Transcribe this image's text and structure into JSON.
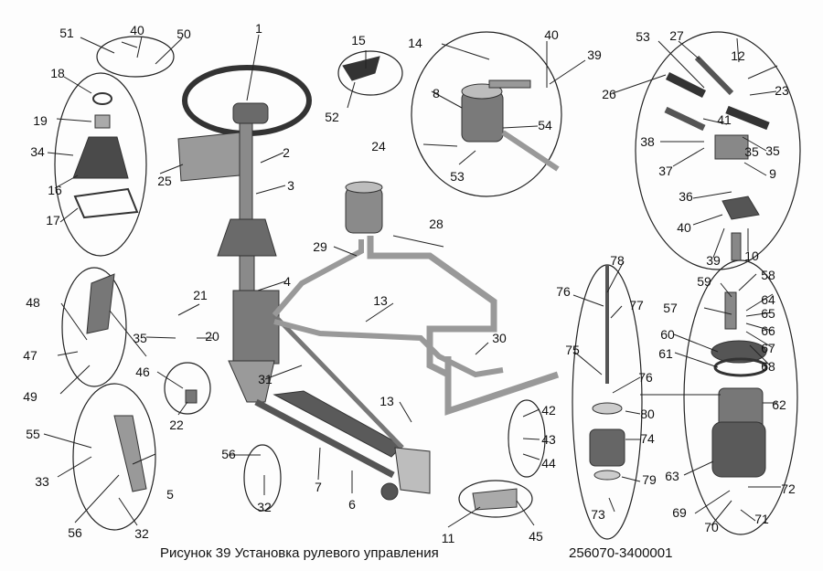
{
  "caption": "Рисунок 39  Установка рулевого управления",
  "drawing_number": "256070-3400001",
  "colors": {
    "part_dark": "#3a3a3a",
    "part_mid": "#7a7a7a",
    "part_light": "#bdbdbd",
    "ink": "#111111"
  },
  "labels": [
    "1",
    "2",
    "3",
    "4",
    "5",
    "6",
    "7",
    "8",
    "9",
    "10",
    "11",
    "12",
    "13",
    "13",
    "14",
    "15",
    "16",
    "17",
    "18",
    "19",
    "20",
    "21",
    "22",
    "23",
    "24",
    "25",
    "26",
    "27",
    "28",
    "29",
    "30",
    "31",
    "32",
    "32",
    "33",
    "34",
    "35",
    "35",
    "35",
    "36",
    "37",
    "38",
    "39",
    "39",
    "40",
    "40",
    "40",
    "41",
    "42",
    "43",
    "44",
    "45",
    "46",
    "47",
    "48",
    "49",
    "50",
    "51",
    "52",
    "53",
    "53",
    "54",
    "55",
    "56",
    "56",
    "57",
    "58",
    "59",
    "60",
    "61",
    "62",
    "63",
    "64",
    "65",
    "66",
    "67",
    "68",
    "69",
    "70",
    "71",
    "72",
    "73",
    "74",
    "75",
    "76",
    "76",
    "77",
    "78",
    "79",
    "80"
  ]
}
